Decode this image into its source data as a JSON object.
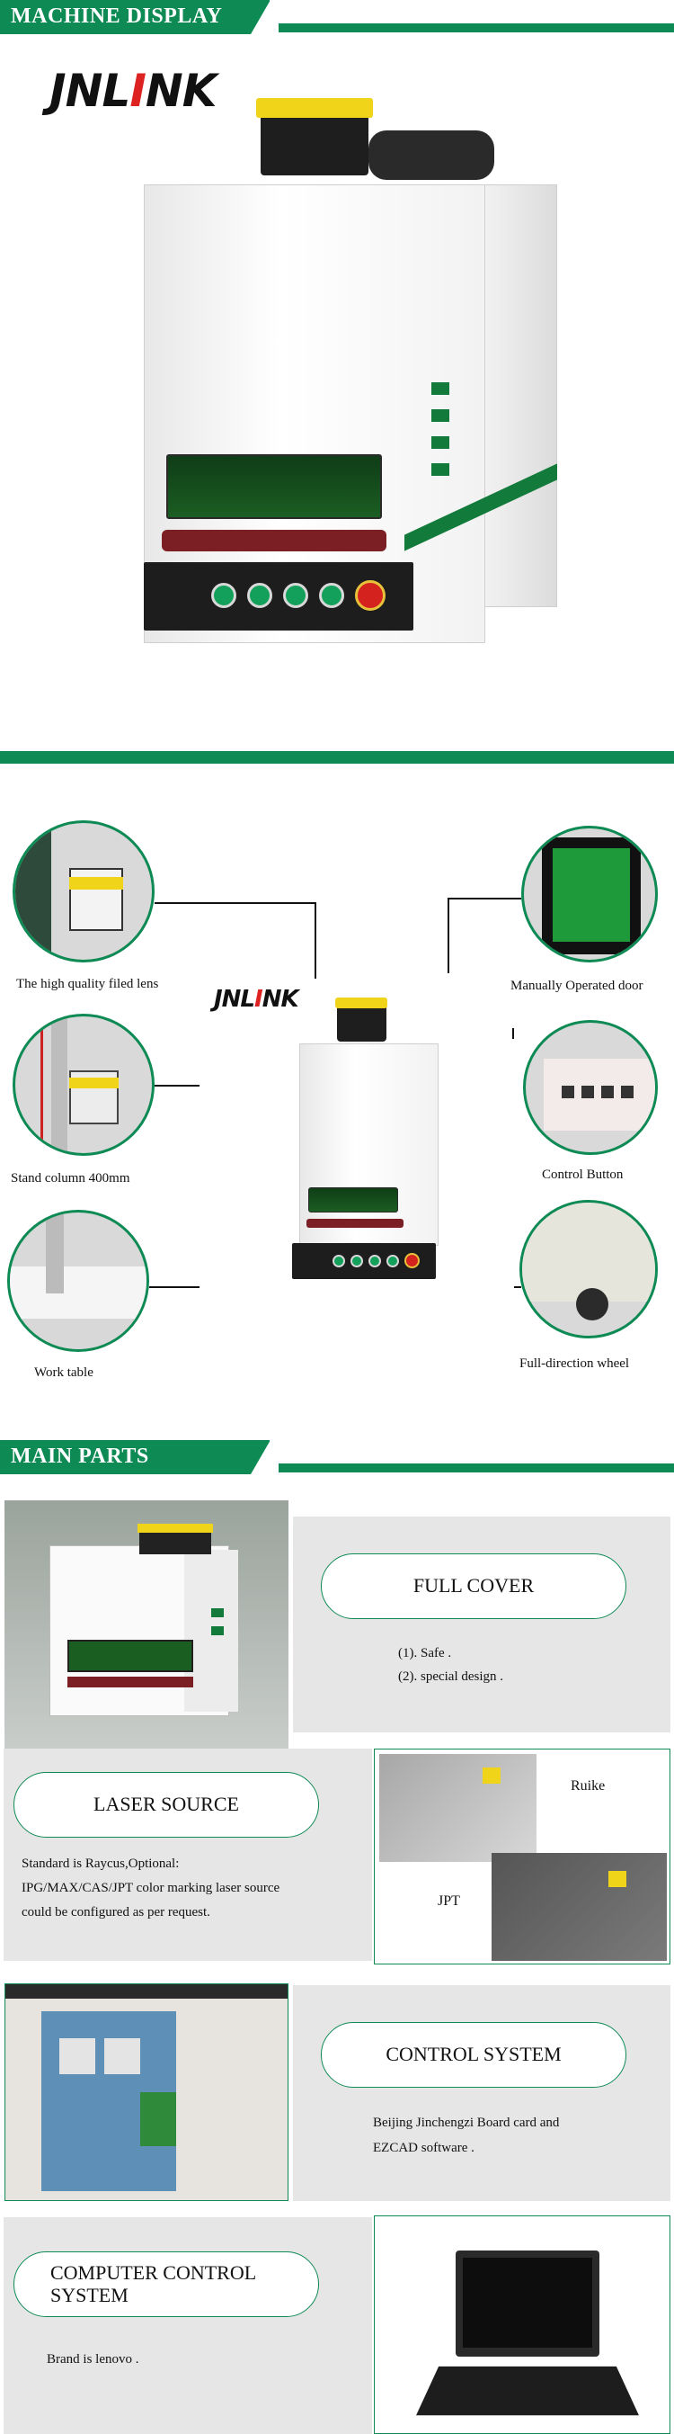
{
  "sections": {
    "display_title": "MACHINE DISPLAY",
    "parts_title": "MAIN PARTS"
  },
  "brand": {
    "logo_main": "JNL",
    "logo_accent": "I",
    "logo_tail": "NK"
  },
  "details": {
    "left": [
      {
        "caption": "The high quality filed lens"
      },
      {
        "caption": "Stand column 400mm"
      },
      {
        "caption": "Work table"
      }
    ],
    "right": [
      {
        "caption": "Manually Operated door"
      },
      {
        "caption": "Control Button"
      },
      {
        "caption": "Full-direction wheel"
      }
    ]
  },
  "parts": {
    "cover": {
      "title": "FULL  COVER",
      "line1": "(1). Safe .",
      "line2": "(2). special design ."
    },
    "laser": {
      "title": "LASER SOURCE",
      "line1": "Standard is Raycus,Optional:",
      "line2": "IPG/MAX/CAS/JPT color marking laser source",
      "line3": "could be configured as per request.",
      "label_a": "Ruike",
      "label_b": "JPT"
    },
    "control": {
      "title": "CONTROL SYSTEM",
      "line1": "Beijing Jinchengzi Board card and",
      "line2": "EZCAD software ."
    },
    "computer": {
      "title": "COMPUTER CONTROL SYSTEM",
      "line1": "Brand is lenovo ."
    }
  },
  "colors": {
    "accent": "#0e8a55",
    "window": "#1b5e22",
    "handle": "#7b1f24"
  }
}
